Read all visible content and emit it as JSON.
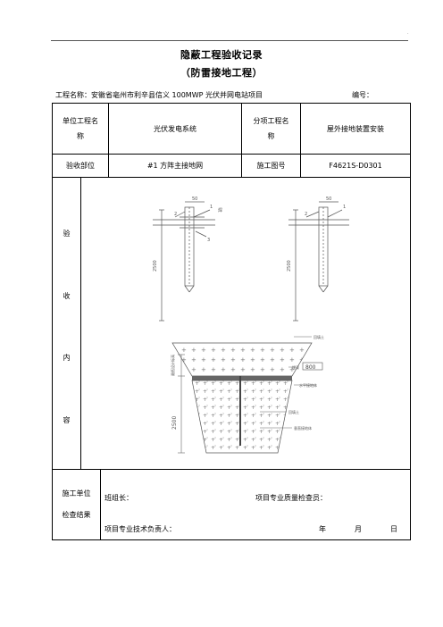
{
  "doc": {
    "corner": "·",
    "title": "隐蔽工程验收记录",
    "subtitle": "（防雷接地工程）",
    "project_label": "工程名称：安徽省亳州市利辛县信义 100MWP 光伏并网电站项目",
    "number_label": "编号："
  },
  "table": {
    "unit_project_label_line1": "单位工程名",
    "unit_project_label_line2": "称",
    "unit_project_value": "光伏发电系统",
    "sub_project_label_line1": "分项工程名",
    "sub_project_label_line2": "称",
    "sub_project_value": "屋外接地装置安装",
    "part_label": "验收部位",
    "part_value": "#1 方阵主接地网",
    "drawing_label": "施工图号",
    "drawing_value": "F4621S-D0301",
    "content_chars": [
      "验",
      "收",
      "内",
      "容"
    ]
  },
  "drawing": {
    "dim_50": "50",
    "dim_2500": "2500",
    "label_1": "1",
    "label_2": "2",
    "label_3": "3",
    "weld_label": "焊",
    "callout_backfill": "回填土",
    "callout_depth": "800",
    "callout_depth_prefix": "埋深",
    "callout_horizontal": "水平接地体",
    "callout_soil": "回填土",
    "callout_vertical": "垂直接地体",
    "left_note": "最低设计标高",
    "dim_trench": "2500"
  },
  "footer": {
    "label_line1": "施工单位",
    "label_line2": "检查结果",
    "team_leader": "班组长：",
    "qc_inspector": "项目专业质量检查员：",
    "tech_lead": "项目专业技术负责人：",
    "year": "年",
    "month": "月",
    "day": "日"
  }
}
